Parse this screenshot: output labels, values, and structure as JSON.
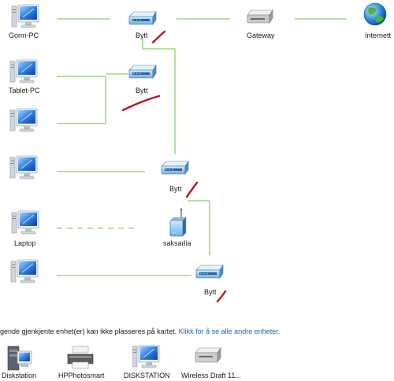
{
  "map": {
    "computers": [
      {
        "label": "Gorm-PC"
      },
      {
        "label": "Tablet-PC"
      },
      {
        "label": ""
      },
      {
        "label": ""
      },
      {
        "label": "Laptop"
      },
      {
        "label": ""
      }
    ],
    "switches": [
      {
        "label": "Bytt"
      },
      {
        "label": "Bytt"
      },
      {
        "label": "Bytt"
      },
      {
        "label": "Bytt"
      }
    ],
    "gateway": {
      "label": "Gateway"
    },
    "internet": {
      "label": "Internett"
    },
    "access_point": {
      "label": "saksarlia"
    }
  },
  "footer": {
    "text": "gende gjenkjente enhet(er) kan ikke plasseres på kartet.",
    "link": "Klikk for å se alle andre enheter."
  },
  "devices": [
    {
      "label": "Diskstation",
      "icon": "nas-device-icon"
    },
    {
      "label": "HPPhotosmart",
      "icon": "printer-icon"
    },
    {
      "label": "DISKSTATION",
      "icon": "computer-icon"
    },
    {
      "label": "Wireless Draft 11...",
      "icon": "router-icon"
    }
  ],
  "colors": {
    "link": "#1565c0",
    "connection": "#8ccf6e",
    "annotation": "#c0102a"
  }
}
